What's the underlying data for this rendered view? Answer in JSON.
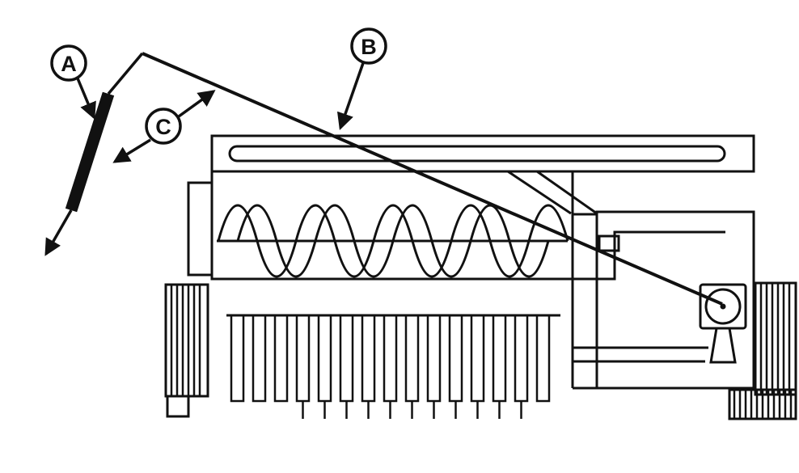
{
  "diagram": {
    "background": "#ffffff",
    "ink": "#111111",
    "callouts": [
      {
        "id": "a",
        "label": "A"
      },
      {
        "id": "b",
        "label": "B"
      },
      {
        "id": "c",
        "label": "C"
      }
    ]
  }
}
